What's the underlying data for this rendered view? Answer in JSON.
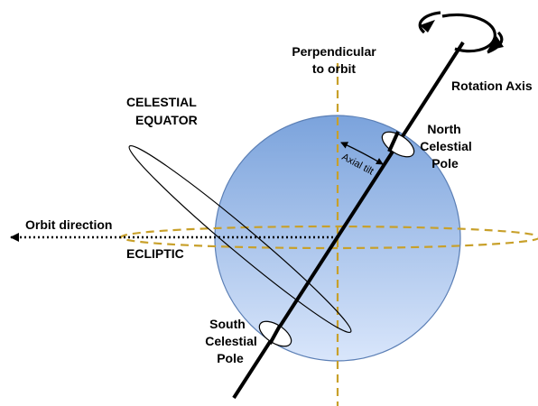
{
  "labels": {
    "perpendicular_line1": "Perpendicular",
    "perpendicular_line2": "to orbit",
    "rotation_axis": "Rotation Axis",
    "celestial_equator_line1": "CELESTIAL",
    "celestial_equator_line2": "EQUATOR",
    "north_pole_line1": "North",
    "north_pole_line2": "Celestial",
    "north_pole_line3": "Pole",
    "axial_tilt": "Axial tilt",
    "orbit_direction": "Orbit direction",
    "ecliptic": "ECLIPTIC",
    "south_pole_line1": "South",
    "south_pole_line2": "Celestial",
    "south_pole_line3": "Pole"
  },
  "colors": {
    "globe_top": "#7ba3dc",
    "globe_bottom": "#d9e6fb",
    "globe_stroke": "#5b7fb5",
    "dashed_gold": "#c8a02a",
    "axis": "#000000"
  }
}
